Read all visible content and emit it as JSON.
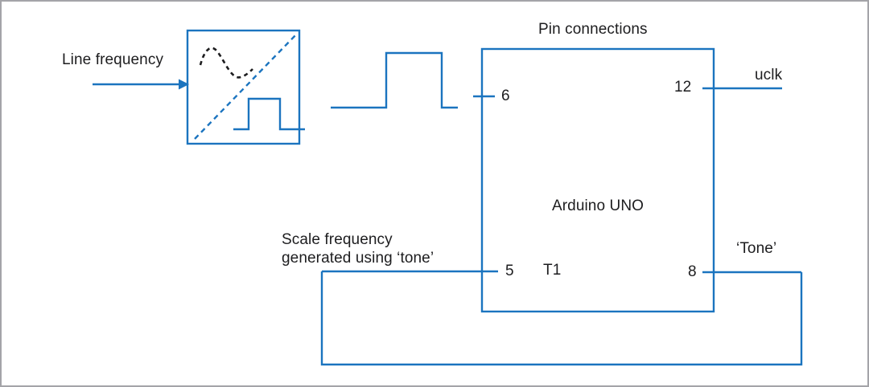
{
  "colors": {
    "wire_blue": "#1b74bf",
    "text_black": "#1d1d1f",
    "frame_gray": "#a4a4a8"
  },
  "header": {
    "title": "Pin connections"
  },
  "converter": {
    "input_label": "Line frequency",
    "icons": [
      "sine-wave",
      "diagonal-ramp",
      "square-pulse"
    ]
  },
  "arduino": {
    "name": "Arduino UNO",
    "t1_label": "T1",
    "pins": {
      "pin6": "6",
      "pin12": "12",
      "pin5": "5",
      "pin8": "8"
    }
  },
  "signals": {
    "uclk": "uclk",
    "tone": "‘Tone’"
  },
  "annotations": {
    "scale_frequency_line1": "Scale frequency",
    "scale_frequency_line2": "generated using ‘tone’"
  }
}
